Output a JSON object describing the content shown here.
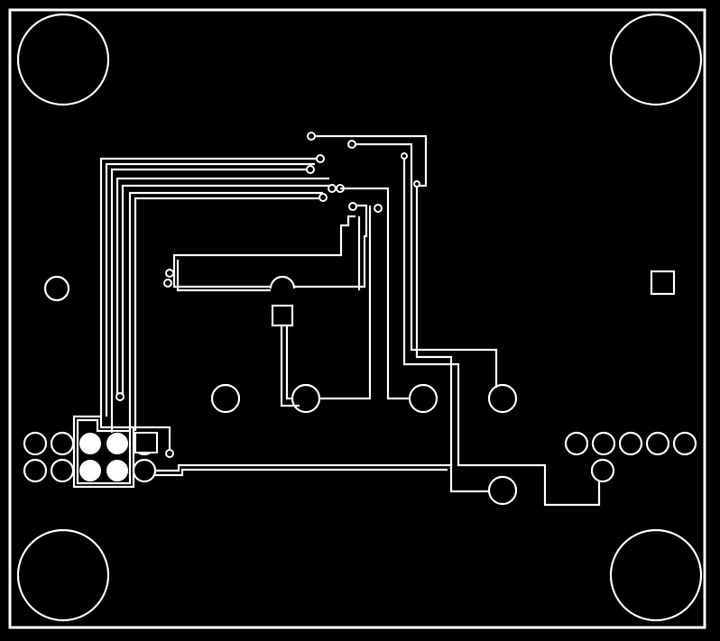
{
  "board": {
    "background_color": "#000000",
    "copper_color": "#ffffff"
  },
  "mounting_holes": [
    {
      "id": "hole-top-left"
    },
    {
      "id": "hole-top-right"
    },
    {
      "id": "hole-bottom-left"
    },
    {
      "id": "hole-bottom-right"
    }
  ],
  "pads": {
    "fiducial_left": "round",
    "fiducial_right": "square",
    "row_count_right_header": 5,
    "left_header_rows": 2,
    "left_header_cols": 5
  }
}
